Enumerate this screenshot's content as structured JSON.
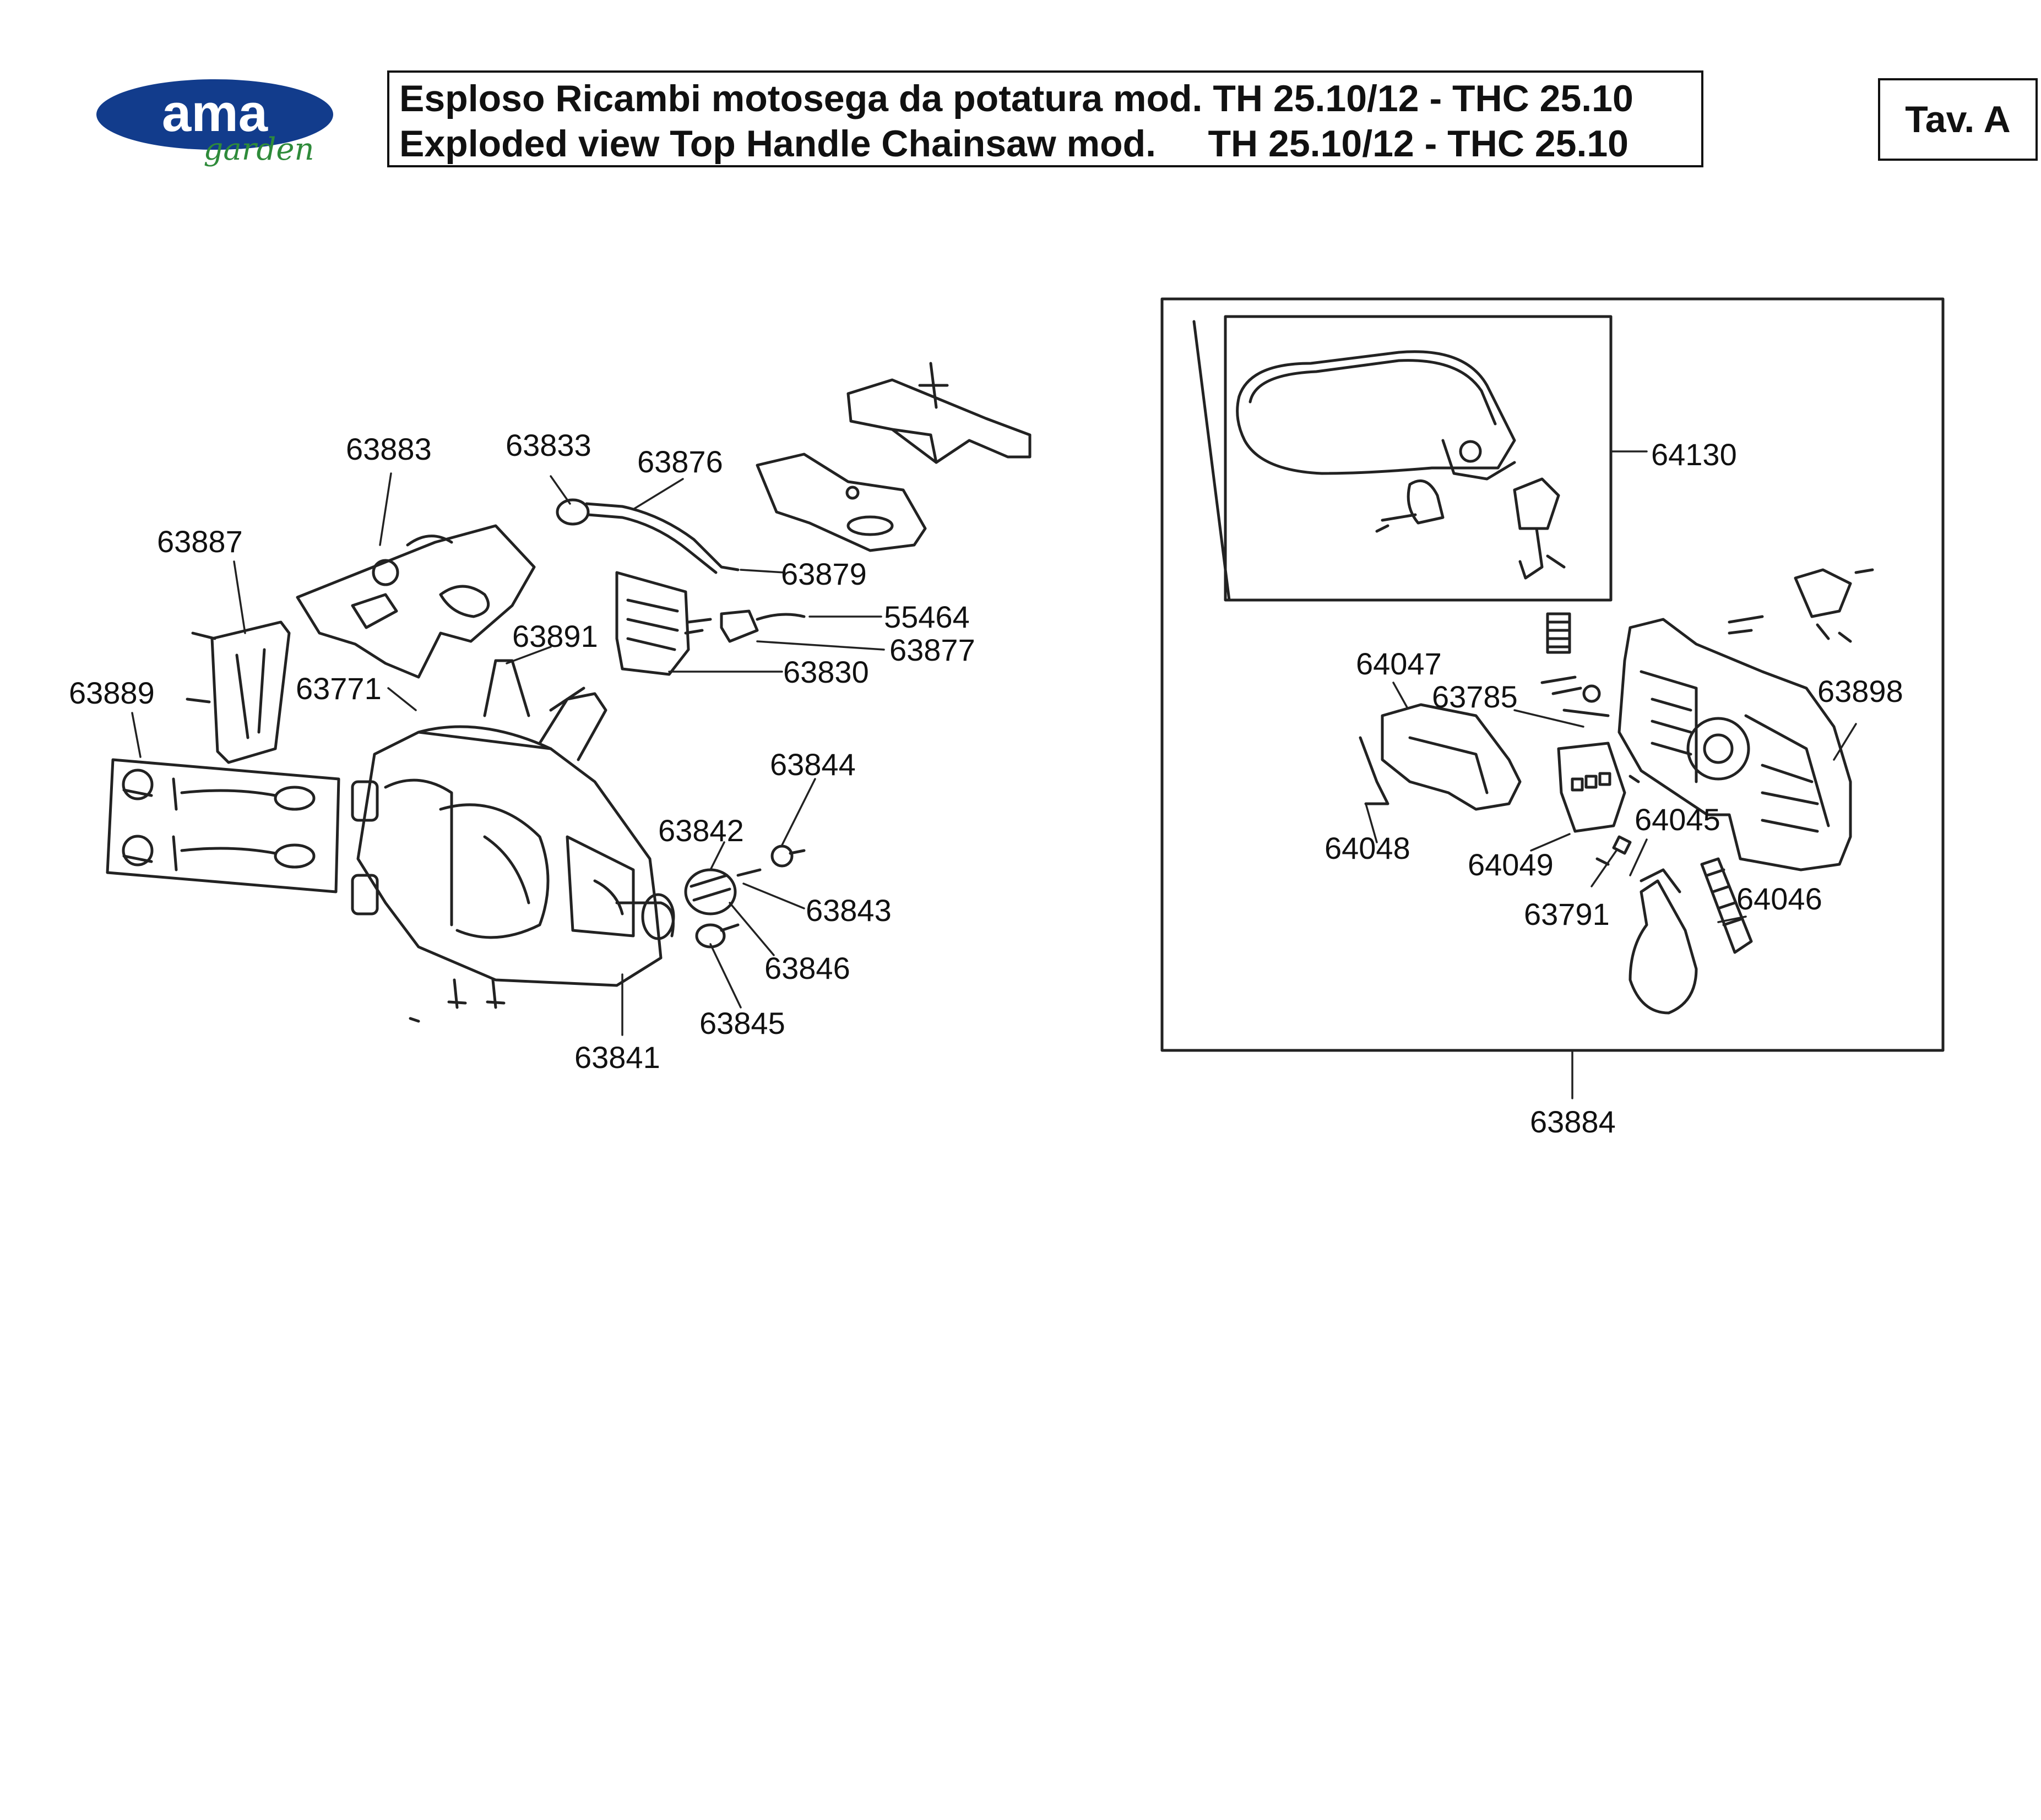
{
  "header": {
    "logo": {
      "brand": "ama",
      "sub": "garden",
      "colors": {
        "oval": "#123c8c",
        "sub": "#2e8b3a"
      }
    },
    "title_it": "Esploso Ricambi motosega da potatura mod. TH 25.10/12 - THC 25.10",
    "title_en": "Exploded view Top Handle Chainsaw mod.     TH 25.10/12 - THC 25.10",
    "tav": "Tav. A"
  },
  "labels": {
    "p63883": "63883",
    "p63833": "63833",
    "p63876": "63876",
    "p63887": "63887",
    "p63879": "63879",
    "p55464": "55464",
    "p63877": "63877",
    "p63891": "63891",
    "p63830": "63830",
    "p63889": "63889",
    "p63771": "63771",
    "p63844": "63844",
    "p63842": "63842",
    "p63843": "63843",
    "p63846": "63846",
    "p63845": "63845",
    "p63841": "63841",
    "p64130": "64130",
    "p64047": "64047",
    "p63785": "63785",
    "p63898": "63898",
    "p64048": "64048",
    "p64045": "64045",
    "p64049": "64049",
    "p64046": "64046",
    "p63791": "63791",
    "p63884": "63884"
  }
}
